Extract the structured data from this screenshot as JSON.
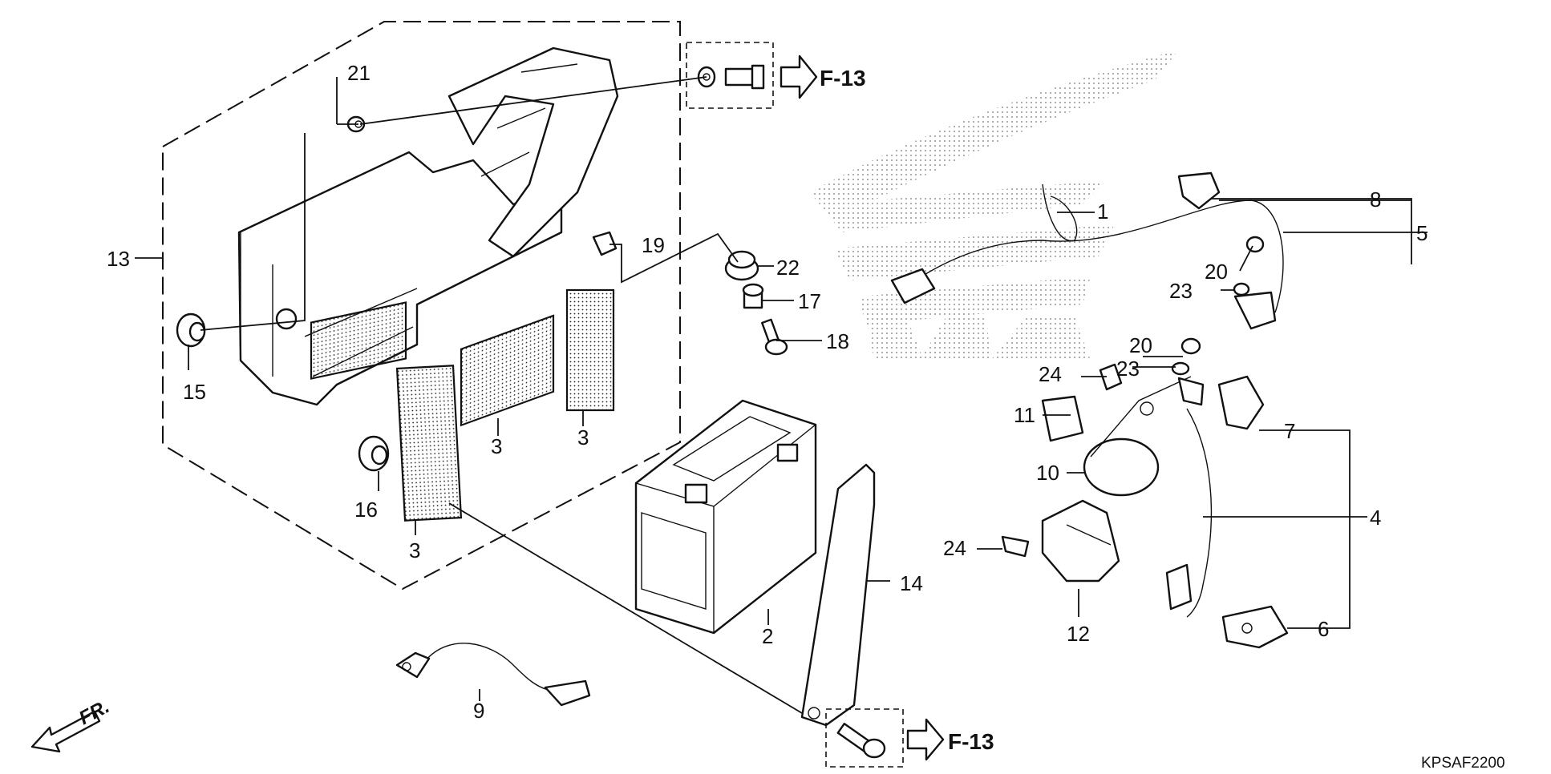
{
  "diagram": {
    "callouts": {
      "c1": "1",
      "c2": "2",
      "c3a": "3",
      "c3b": "3",
      "c3c": "3",
      "c4": "4",
      "c5": "5",
      "c6": "6",
      "c7": "7",
      "c8": "8",
      "c9": "9",
      "c10": "10",
      "c11": "11",
      "c12": "12",
      "c13": "13",
      "c14": "14",
      "c15": "15",
      "c16": "16",
      "c17": "17",
      "c18": "18",
      "c19": "19",
      "c20a": "20",
      "c20b": "20",
      "c21": "21",
      "c22": "22",
      "c23a": "23",
      "c23b": "23",
      "c24a": "24",
      "c24b": "24"
    },
    "references": {
      "top": "F-13",
      "bottom": "F-13"
    },
    "direction_label": "FR.",
    "drawing_code": "KPSAF2200"
  }
}
